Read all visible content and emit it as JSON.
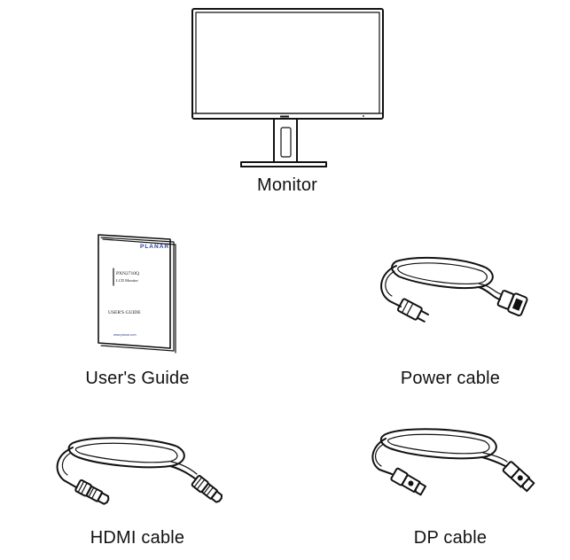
{
  "items": {
    "monitor": {
      "label": "Monitor"
    },
    "users_guide": {
      "label": "User's Guide",
      "brand": "PLANAR",
      "model": "PXN2710Q",
      "subtitle": "LCD Monitor",
      "guide_title": "USER'S GUIDE",
      "footer": "www.planar.com"
    },
    "power_cable": {
      "label": "Power cable"
    },
    "hdmi_cable": {
      "label": "HDMI cable"
    },
    "dp_cable": {
      "label": "DP cable"
    }
  },
  "icons": [
    "monitor-icon",
    "booklet-icon",
    "power-cable-icon",
    "hdmi-cable-icon",
    "dp-cable-icon"
  ]
}
